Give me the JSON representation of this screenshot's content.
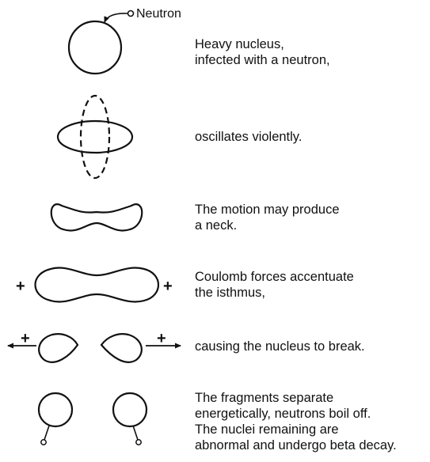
{
  "neutron_label": "Neutron",
  "steps": [
    {
      "lines": [
        "Heavy nucleus,",
        "infected with a neutron,"
      ]
    },
    {
      "lines": [
        "oscillates violently."
      ]
    },
    {
      "lines": [
        "The motion may produce",
        "a neck."
      ]
    },
    {
      "lines": [
        "Coulomb forces accentuate",
        "the isthmus,"
      ]
    },
    {
      "lines": [
        "causing the nucleus to break."
      ]
    },
    {
      "lines": [
        "The fragments separate",
        "energetically, neutrons boil off.",
        "The nuclei remaining are",
        "abnormal and undergo beta decay."
      ]
    }
  ],
  "charge_symbol": "+",
  "line_color": "#111111"
}
